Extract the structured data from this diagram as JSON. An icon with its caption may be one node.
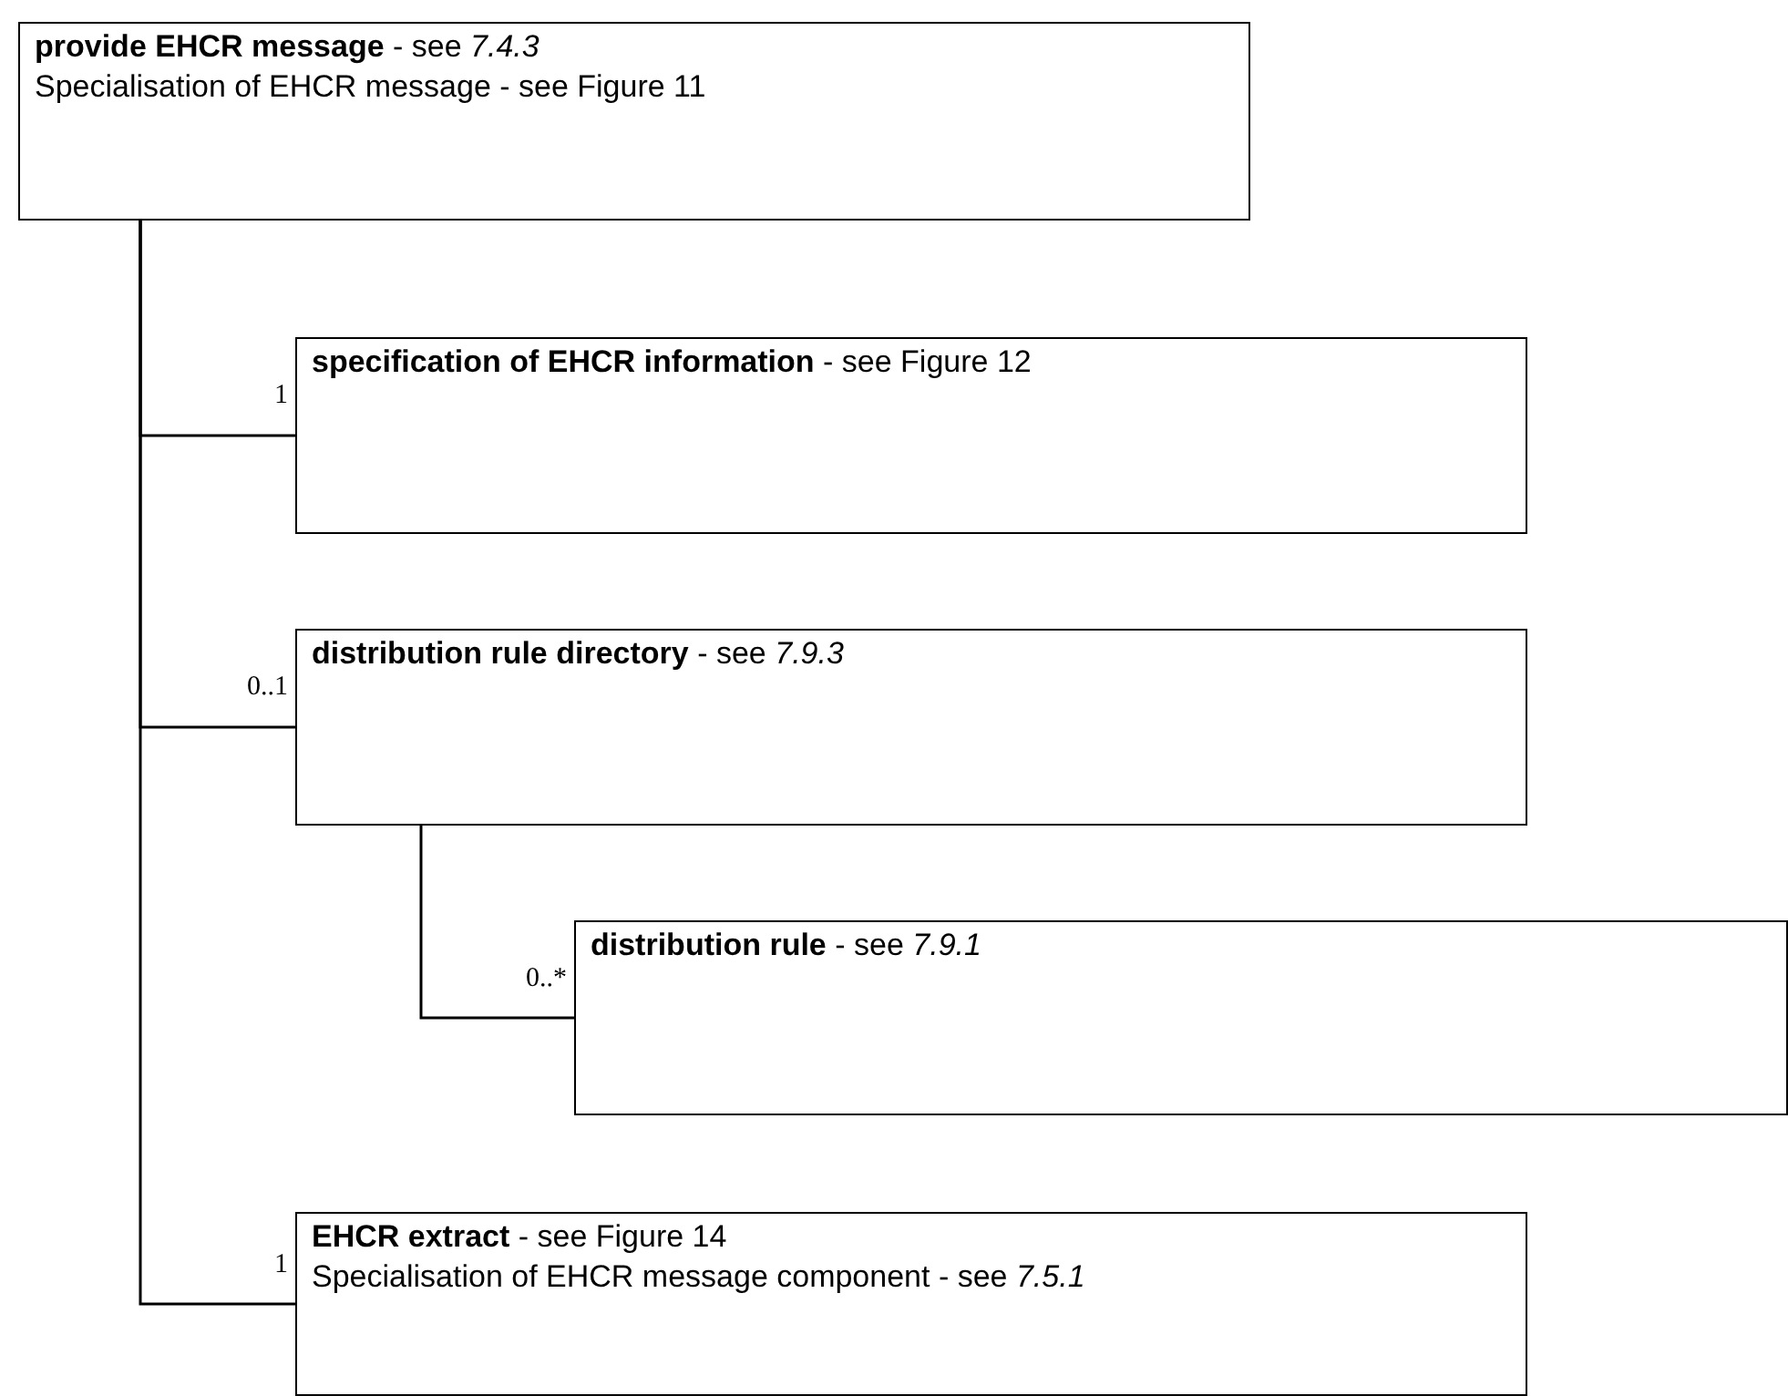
{
  "diagram": {
    "nodes": [
      {
        "text": [
          "**provide EHCR message** - see *7.4.3*",
          "Specialisation of EHCR message - see Figure 11"
        ]
      },
      {
        "text": [
          "**specification of EHCR information** - see Figure 12"
        ]
      },
      {
        "text": [
          "**distribution rule directory** - see *7.9.3*"
        ]
      },
      {
        "text": [
          "**distribution rule** - see *7.9.1*"
        ]
      },
      {
        "text": [
          "**EHCR extract** - see Figure 14",
          "Specialisation of EHCR message component - see *7.5.1*"
        ]
      }
    ],
    "edges": [
      {
        "from": 0,
        "to": 1,
        "arrow": "none",
        "label": "1"
      },
      {
        "from": 0,
        "to": 2,
        "arrow": "none",
        "label": "0..1"
      },
      {
        "from": 2,
        "to": 3,
        "arrow": "none",
        "label": "0..*"
      },
      {
        "from": 0,
        "to": 4,
        "arrow": "none",
        "label": "1"
      }
    ]
  }
}
